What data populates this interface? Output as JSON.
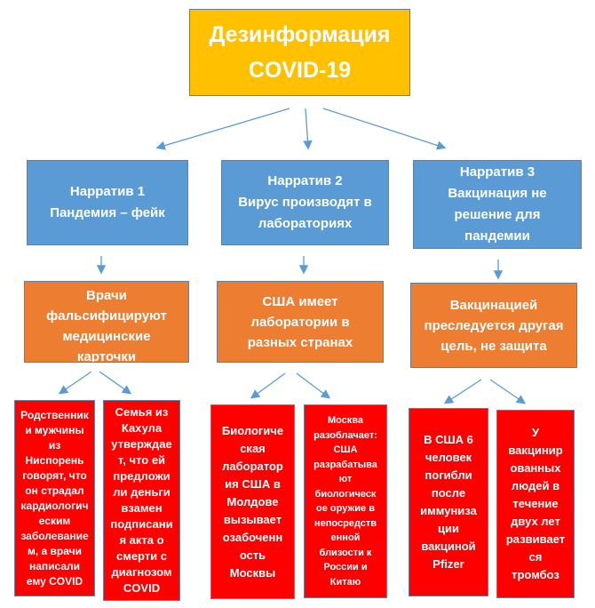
{
  "title": "Дезинформация\nCOVID-19",
  "narratives": [
    {
      "name": "Нарратив 1",
      "text": "Нарратив 1\nПандемия – фейк",
      "claim": "Врачи\nфальсифицируют\nмедицинские\nкарточки",
      "examples": [
        "Родственник\nи мужчины\nиз\nНиспорень\nговорят, что\nон страдал\nкардиологич\nеским\nзаболевание\nм, а врачи\nнаписали\nему COVID",
        "Семья из\nКахула\nутверждае\nт, что ей\nпредложи\nли деньги\nвзамен\nподписани\nя акта о\nсмерти с\nдиагнозом\nCOVID"
      ]
    },
    {
      "name": "Нарратив 2",
      "text": "Нарратив 2\nВирус производят в\nлабораториях",
      "claim": "США имеет\nлаборатории в\nразных странах",
      "examples": [
        "Биологиче\nская\nлаборатор\nия США в\nМолдове\nвызывает\nозабоченн\nость\nМосквы",
        "Москва\nразоблачает:\nСША\nразрабатыва\nют\nбиологическ\nое оружие в\nнепосредств\nенной\nблизости к\nРоссии и\nКитаю"
      ]
    },
    {
      "name": "Нарратив 3",
      "text": "Нарратив 3\nВакцинация не\nрешение для\nпандемии",
      "claim": "Вакцинацией\nпреследуется другая\nцель, не защита",
      "examples": [
        "В США 6\nчеловек\nпогибли\nпосле\nиммуниза\nции\nвакциной\nPfizer",
        "У\nвакцинир\nованных\nлюдей в\nтечение\nдвух лет\nразвивает\nся\nтромбоз"
      ]
    }
  ],
  "colors": {
    "title": "#FFC000",
    "narrative": "#5B9BD5",
    "claim": "#ED7D31",
    "example": "#FF0000",
    "arrow": "#5B9BD5"
  }
}
